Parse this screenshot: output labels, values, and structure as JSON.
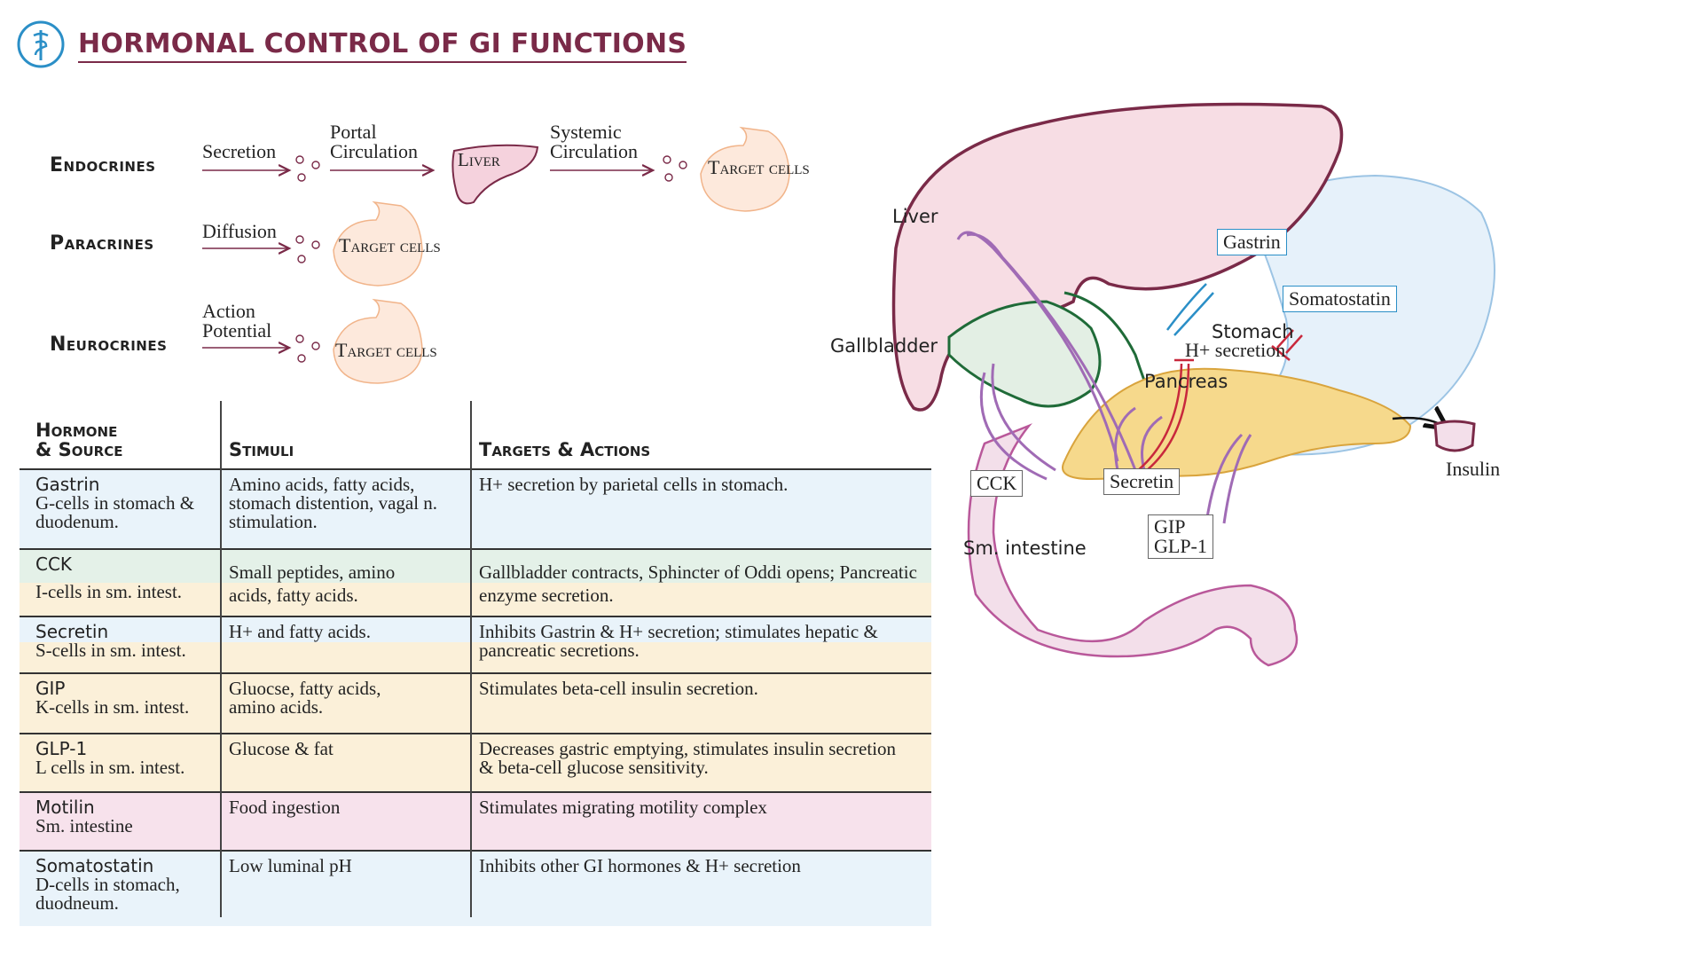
{
  "header": {
    "title": "HORMONAL CONTROL OF GI FUNCTIONS"
  },
  "flow": {
    "endocrines": {
      "label": "Endocrines",
      "step1": "Secretion",
      "step2_line1": "Portal",
      "step2_line2": "Circulation",
      "liver": "Liver",
      "step3_line1": "Systemic",
      "step3_line2": "Circulation",
      "target": "Target cells"
    },
    "paracrines": {
      "label": "Paracrines",
      "step1": "Diffusion",
      "target": "Target cells"
    },
    "neurocrines": {
      "label": "Neurocrines",
      "step1_line1": "Action",
      "step1_line2": "Potential",
      "target": "Target cells"
    }
  },
  "table": {
    "headers": {
      "hormone_line1": "Hormone",
      "hormone_line2": "& Source",
      "stimuli": "Stimuli",
      "targets": "Targets & Actions"
    },
    "rows": [
      {
        "name": "Gastrin",
        "source": "G-cells in stomach & duodenum.",
        "stimuli": "Amino acids, fatty acids, stomach  distention, vagal n. stimulation.",
        "actions": "H+ secretion by parietal cells in stomach.",
        "color": "#e9f3fa"
      },
      {
        "name": "CCK",
        "source": "I-cells in sm. intest.",
        "stimuli": "Small peptides, amino acids, fatty acids.",
        "actions": "Gallbladder contracts, Sphincter of Oddi opens; Pancreatic enzyme secretion.",
        "color": "#e4f1e8",
        "color2": "#fbf0d9"
      },
      {
        "name": "Secretin",
        "source": "S-cells in sm. intest.",
        "stimuli": "H+ and fatty acids.",
        "actions": "Inhibits Gastrin & H+ secretion; stimulates hepatic & pancreatic secretions.",
        "color": "#e9f3fa",
        "color2": "#fbf0d9"
      },
      {
        "name": "GIP",
        "source": "K-cells in sm. intest.",
        "stimuli": "Gluocse, fatty acids, amino acids.",
        "actions": "Stimulates beta-cell insulin secretion.",
        "color": "#fbf0d9"
      },
      {
        "name": "GLP-1",
        "source": "L cells in sm. intest.",
        "stimuli": "Glucose & fat",
        "actions": "Decreases gastric emptying, stimulates insulin secretion & beta-cell glucose sensitivity.",
        "color": "#fbf0d9"
      },
      {
        "name": "Motilin",
        "source": "Sm. intestine",
        "stimuli": "Food ingestion",
        "actions": "Stimulates migrating motility complex",
        "color": "#f7e2ec"
      },
      {
        "name": "Somatostatin",
        "source": "D-cells in stomach, duodneum.",
        "stimuli": "Low luminal pH",
        "actions": "Inhibits other GI hormones & H+ secretion",
        "color": "#e9f3fa"
      }
    ]
  },
  "diagram": {
    "liver": "Liver",
    "gallbladder": "Gallbladder",
    "pancreas": "Pancreas",
    "stomach": "Stomach",
    "h_secretion": "H+ secretion",
    "gastrin": "Gastrin",
    "somatostatin": "Somatostatin",
    "cck": "CCK",
    "secretin": "Secretin",
    "gip": "GIP",
    "glp1": "GLP-1",
    "insulin": "Insulin",
    "sm_intestine": "Sm. intestine",
    "colors": {
      "liver": "#f7dde4",
      "liver_stroke": "#7a2a48",
      "stomach": "#e6f1fa",
      "pancreas": "#f6d98c",
      "gallbladder": "#e3efe4",
      "intestine": "#f3dfea",
      "nerve": "#a06bb5"
    }
  }
}
